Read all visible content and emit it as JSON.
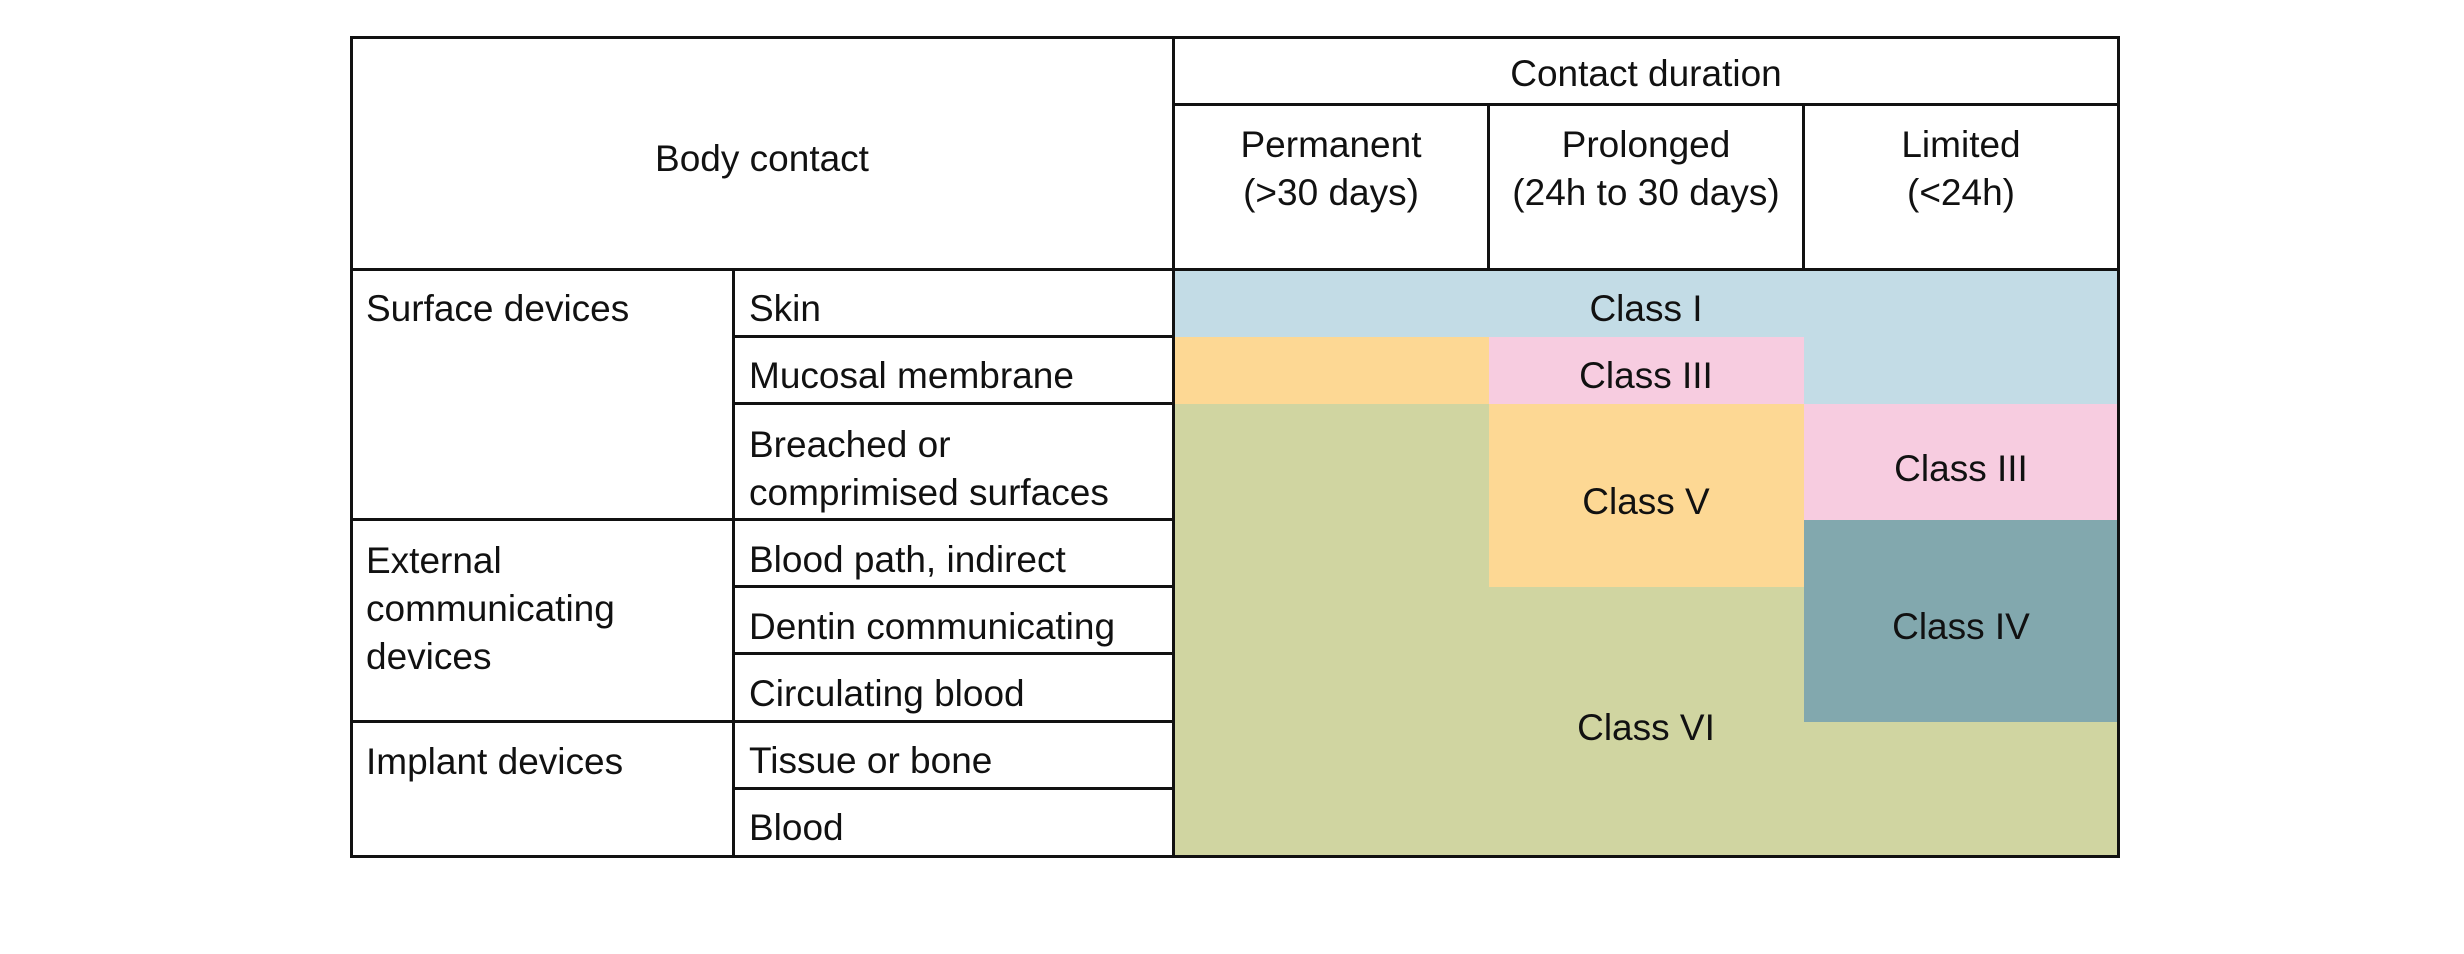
{
  "header": {
    "body_contact": "Body contact",
    "contact_duration": "Contact duration",
    "durations": [
      {
        "line1": "Permanent",
        "line2": "(>30 days)"
      },
      {
        "line1": "Prolonged",
        "line2": "(24h to 30 days)"
      },
      {
        "line1": "Limited",
        "line2": "(<24h)"
      }
    ]
  },
  "categories": {
    "surface": "Surface devices",
    "external": {
      "line1": "External",
      "line2": "communicating",
      "line3": "devices"
    },
    "implant": "Implant devices"
  },
  "contacts": {
    "skin": "Skin",
    "mucosal": "Mucosal membrane",
    "breached": {
      "line1": "Breached or",
      "line2": "comprimised surfaces"
    },
    "blood_path": "Blood path, indirect",
    "dentin": "Dentin communicating",
    "circulating": "Circulating blood",
    "tissue": "Tissue or bone",
    "blood": "Blood"
  },
  "classes": {
    "class_i": "Class I",
    "class_iii_a": "Class III",
    "class_iii_b": "Class III",
    "class_iv": "Class IV",
    "class_v": "Class V",
    "class_vi": "Class VI"
  },
  "colors": {
    "class_i": "#c3dce6",
    "class_iii": "#f7cce0",
    "class_iv": "#82a8ae",
    "class_v": "#fdd894",
    "class_vi": "#d0d5a1",
    "border": "#111111"
  }
}
